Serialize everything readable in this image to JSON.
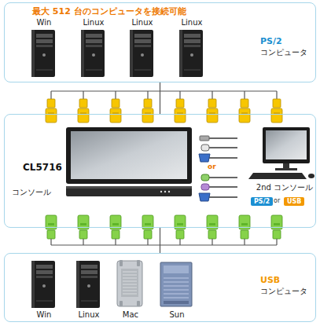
{
  "diagram": {
    "nodes": [
      {
        "text": [
          "最大 512 台のコンピュータを接続可能",
          "PS/2",
          "コンピュータ"
        ]
      },
      {
        "text": [
          "Win"
        ],
        "in": 0
      },
      {
        "text": [
          "Linux"
        ],
        "in": 0
      },
      {
        "text": [
          "Linux"
        ],
        "in": 0
      },
      {
        "text": [
          "Linux"
        ],
        "in": 0
      },
      {
        "text": [
          "CL5716",
          "コンソール"
        ]
      },
      {
        "text": [
          "2nd コンソール"
        ],
        "in": 5
      },
      {
        "text": [
          "PS/2"
        ],
        "in": 6
      },
      {
        "text": [
          "USB"
        ],
        "in": 6
      },
      {
        "text": [
          "USB",
          "コンピュータ"
        ]
      },
      {
        "text": [
          "Win"
        ],
        "in": 9
      },
      {
        "text": [
          "Linux"
        ],
        "in": 9
      },
      {
        "text": [
          "Mac"
        ],
        "in": 9
      },
      {
        "text": [
          "Sun"
        ],
        "in": 9
      }
    ],
    "edges": [
      {
        "from": 0,
        "to": 5,
        "arrow": "none"
      },
      {
        "from": 5,
        "to": 9,
        "arrow": "none"
      }
    ],
    "labels": [
      "or",
      "or"
    ]
  }
}
